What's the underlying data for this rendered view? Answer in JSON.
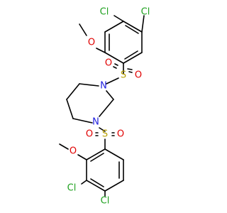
{
  "molecule": {
    "atom_labels": {
      "cl_top_left": "Cl",
      "cl_top_right": "Cl",
      "o_methoxy_top": "O",
      "s_top": "S",
      "o_s_top_left": "O",
      "o_s_top_right": "O",
      "n_top": "N",
      "n_bottom": "N",
      "s_bottom": "S",
      "o_s_bottom_left": "O",
      "o_s_bottom_right": "O",
      "o_methoxy_bottom": "O",
      "cl_bottom_left": "Cl",
      "cl_bottom_right": "Cl"
    },
    "colors": {
      "bond": "#000000",
      "chlorine": "#1fa11f",
      "oxygen": "#e00000",
      "nitrogen": "#2020e0",
      "sulfur": "#b8a000",
      "background": "#ffffff"
    }
  }
}
